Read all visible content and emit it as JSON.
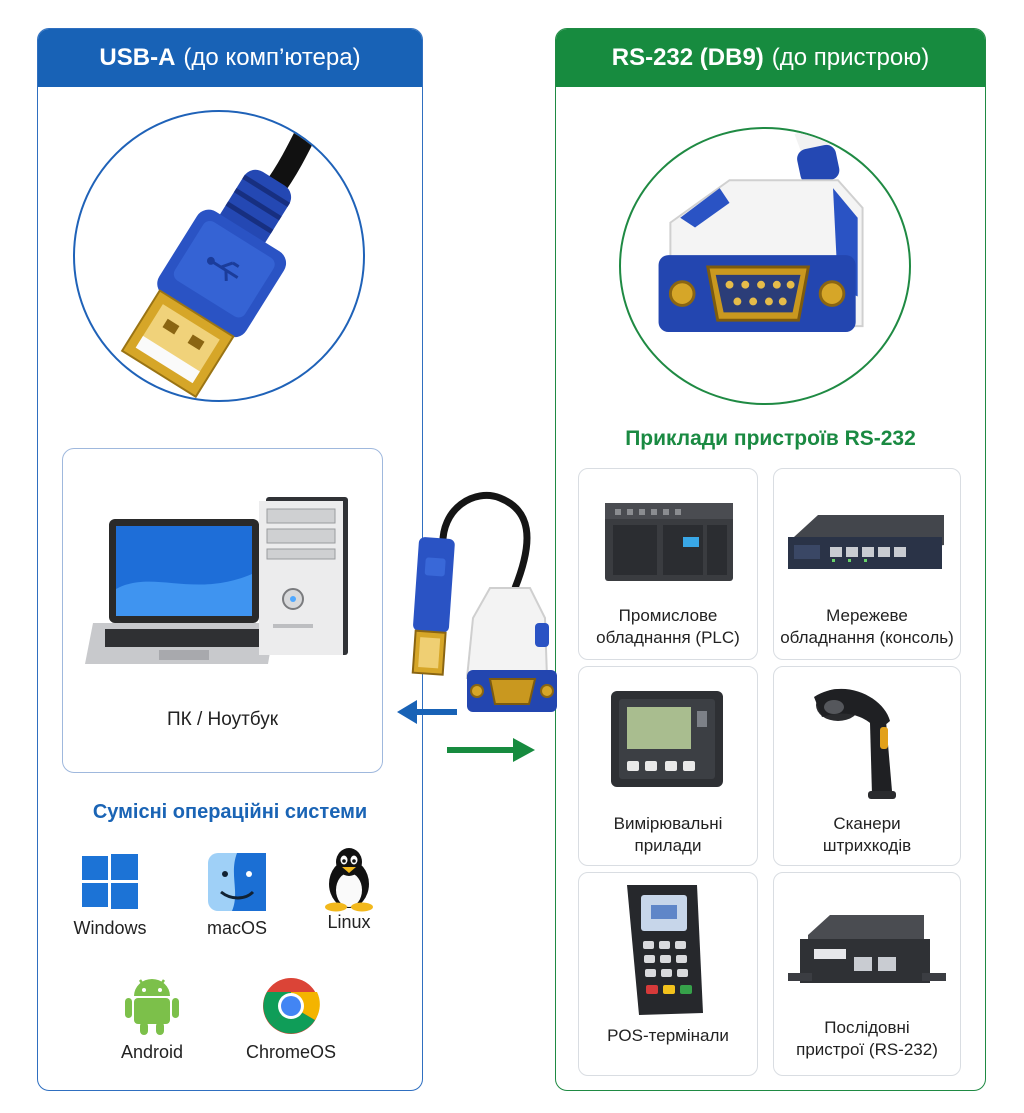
{
  "left_panel": {
    "title_bold": "USB-A",
    "title_rest": "(до комп’ютера)",
    "pc_label": "ПК / Ноутбук",
    "os_title": "Сумісні операційні системи",
    "os": [
      {
        "label": "Windows",
        "icon": "windows-logo"
      },
      {
        "label": "macOS",
        "icon": "macos-finder-logo"
      },
      {
        "label": "Linux",
        "icon": "linux-tux-logo"
      },
      {
        "label": "Android",
        "icon": "android-robot-logo"
      },
      {
        "label": "ChromeOS",
        "icon": "chrome-logo"
      }
    ]
  },
  "right_panel": {
    "title_bold": "RS-232 (DB9)",
    "title_rest": "(до пристрою)",
    "devices_title": "Приклади пристроїв RS-232",
    "devices": [
      {
        "line1": "Промислове",
        "line2": "обладнання (PLC)",
        "icon": "plc-icon"
      },
      {
        "line1": "Мережеве",
        "line2": "обладнання (консоль)",
        "icon": "network-switch-icon"
      },
      {
        "line1": "Вимірювальні",
        "line2": "прилади",
        "icon": "meter-icon"
      },
      {
        "line1": "Сканери",
        "line2": "штрихкодів",
        "icon": "barcode-scanner-icon"
      },
      {
        "line1": "POS-термінали",
        "line2": "",
        "icon": "pos-terminal-icon"
      },
      {
        "line1": "Послідовні",
        "line2": "пристрої (RS-232)",
        "icon": "serial-device-icon"
      }
    ]
  },
  "colors": {
    "usb_blue": "#1862b6",
    "rs232_green": "#178b3f",
    "connector_blue": "#2346b0",
    "gold": "#d6a628"
  }
}
